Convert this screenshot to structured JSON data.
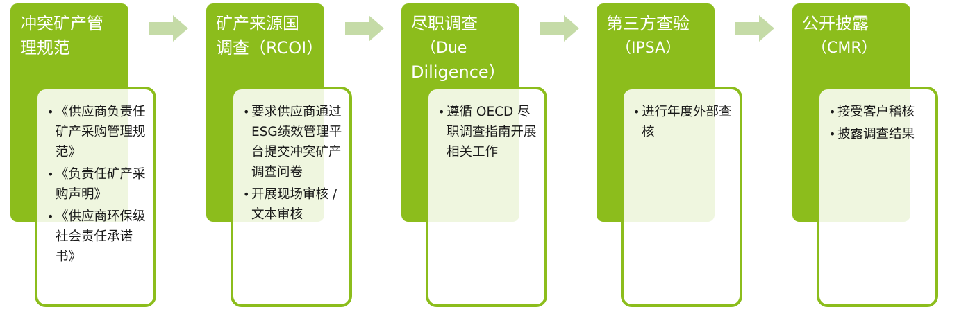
{
  "stages": [
    {
      "title_lines": [
        {
          "text": "冲突矿产管",
          "sub": false
        },
        {
          "text": "理规范",
          "sub": false
        }
      ],
      "items": [
        "《供应商负责任矿产采购管理规范》",
        "《负责任矿产采购声明》",
        "《供应商环保级社会责任承诺书》"
      ]
    },
    {
      "title_lines": [
        {
          "text": "矿产来源国",
          "sub": false
        },
        {
          "text": "调查（RCOI）",
          "sub": false
        }
      ],
      "items": [
        "要求供应商通过ESG绩效管理平台提交冲突矿产调查问卷",
        "开展现场审核 / 文本审核"
      ]
    },
    {
      "title_lines": [
        {
          "text": "尽职调查",
          "sub": false
        },
        {
          "text": "（Due",
          "sub": true
        },
        {
          "text": "Diligence）",
          "sub": false
        }
      ],
      "items": [
        "遵循 OECD 尽职调查指南开展相关工作"
      ]
    },
    {
      "title_lines": [
        {
          "text": "第三方查验",
          "sub": false
        },
        {
          "text": "（IPSA）",
          "sub": true
        }
      ],
      "items": [
        "进行年度外部查核"
      ]
    },
    {
      "title_lines": [
        {
          "text": "公开披露",
          "sub": false
        },
        {
          "text": "（CMR）",
          "sub": true
        }
      ],
      "items": [
        "接受客户稽核",
        "披露调查结果"
      ]
    }
  ],
  "colors": {
    "header_green": "#8cbd1c",
    "border_green": "#8cbd1c",
    "arrow_green": "#c5dba7",
    "text_dark": "#1a1a1a",
    "text_light": "#ffffff"
  }
}
